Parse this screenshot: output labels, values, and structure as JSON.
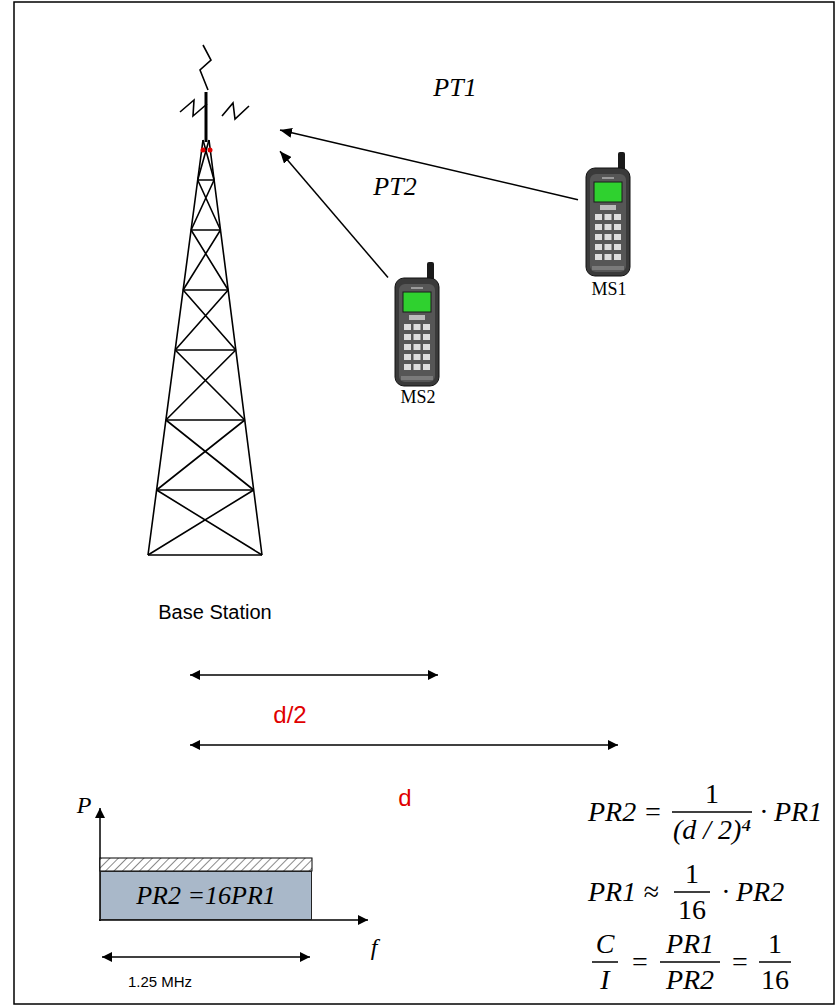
{
  "diagram": {
    "nodes": [
      {
        "text": [
          "Base Station"
        ]
      },
      {
        "text": [
          "MS1"
        ]
      },
      {
        "text": [
          "MS2"
        ]
      },
      {
        "text": [
          "PR2 =16PR1"
        ]
      }
    ],
    "edges": [
      {
        "from": 1,
        "to": 0,
        "arrow": "to",
        "label": "PT1"
      },
      {
        "from": 2,
        "to": 0,
        "arrow": "to",
        "label": "PT2"
      }
    ],
    "labels": [
      "d/2",
      "d",
      "P",
      "PR2 =",
      "1",
      "(d / 2)⁴",
      "· PR1",
      "PR1 ≈",
      "1",
      "16",
      "· PR2",
      "C",
      "I",
      "=",
      "PR1",
      "PR2",
      "=",
      "1",
      "16",
      "f",
      "1.25 MHz"
    ]
  }
}
